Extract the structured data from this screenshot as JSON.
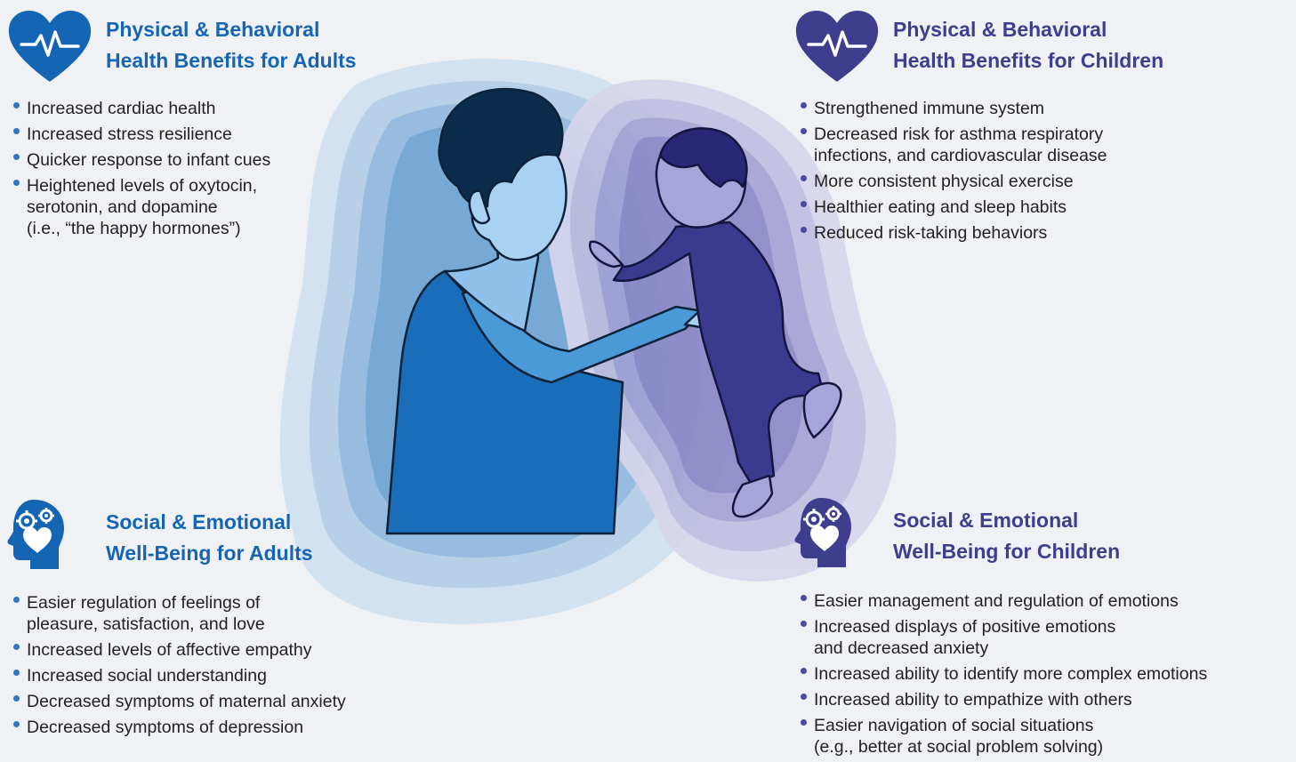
{
  "colors": {
    "adult_accent": "#1565b5",
    "child_accent": "#3e3d8e",
    "background": "#f0f1f5"
  },
  "sections": {
    "adult_physical": {
      "icon": "heart-pulse-icon",
      "title_lines": [
        "Physical & Behavioral",
        "Health Benefits for Adults"
      ],
      "items": [
        [
          "Increased cardiac health"
        ],
        [
          "Increased stress resilience"
        ],
        [
          "Quicker response to infant cues"
        ],
        [
          "Heightened levels of oxytocin,",
          "serotonin, and dopamine",
          "(i.e., “the happy hormones”)"
        ]
      ]
    },
    "child_physical": {
      "icon": "heart-pulse-icon",
      "title_lines": [
        "Physical & Behavioral",
        "Health Benefits for Children"
      ],
      "items": [
        [
          "Strengthened immune system"
        ],
        [
          "Decreased risk for asthma respiratory",
          "infections, and cardiovascular disease"
        ],
        [
          "More consistent physical exercise"
        ],
        [
          "Healthier eating and sleep habits"
        ],
        [
          "Reduced risk-taking behaviors"
        ]
      ]
    },
    "adult_social": {
      "icon": "head-gears-heart-icon",
      "title_lines": [
        "Social & Emotional",
        "Well-Being for Adults"
      ],
      "items": [
        [
          "Easier regulation of feelings of",
          "pleasure, satisfaction, and love"
        ],
        [
          "Increased levels of affective empathy"
        ],
        [
          "Increased social understanding"
        ],
        [
          "Decreased symptoms of maternal anxiety"
        ],
        [
          "Decreased symptoms of depression"
        ]
      ]
    },
    "child_social": {
      "icon": "head-gears-heart-icon",
      "title_lines": [
        "Social & Emotional",
        "Well-Being for Children"
      ],
      "items": [
        [
          "Easier management and regulation of emotions"
        ],
        [
          "Increased displays of positive emotions",
          "and decreased anxiety"
        ],
        [
          "Increased ability to identify more complex emotions"
        ],
        [
          "Increased ability to empathize with others"
        ],
        [
          "Easier navigation of social situations",
          "(e.g., better at social problem solving)"
        ]
      ]
    }
  }
}
